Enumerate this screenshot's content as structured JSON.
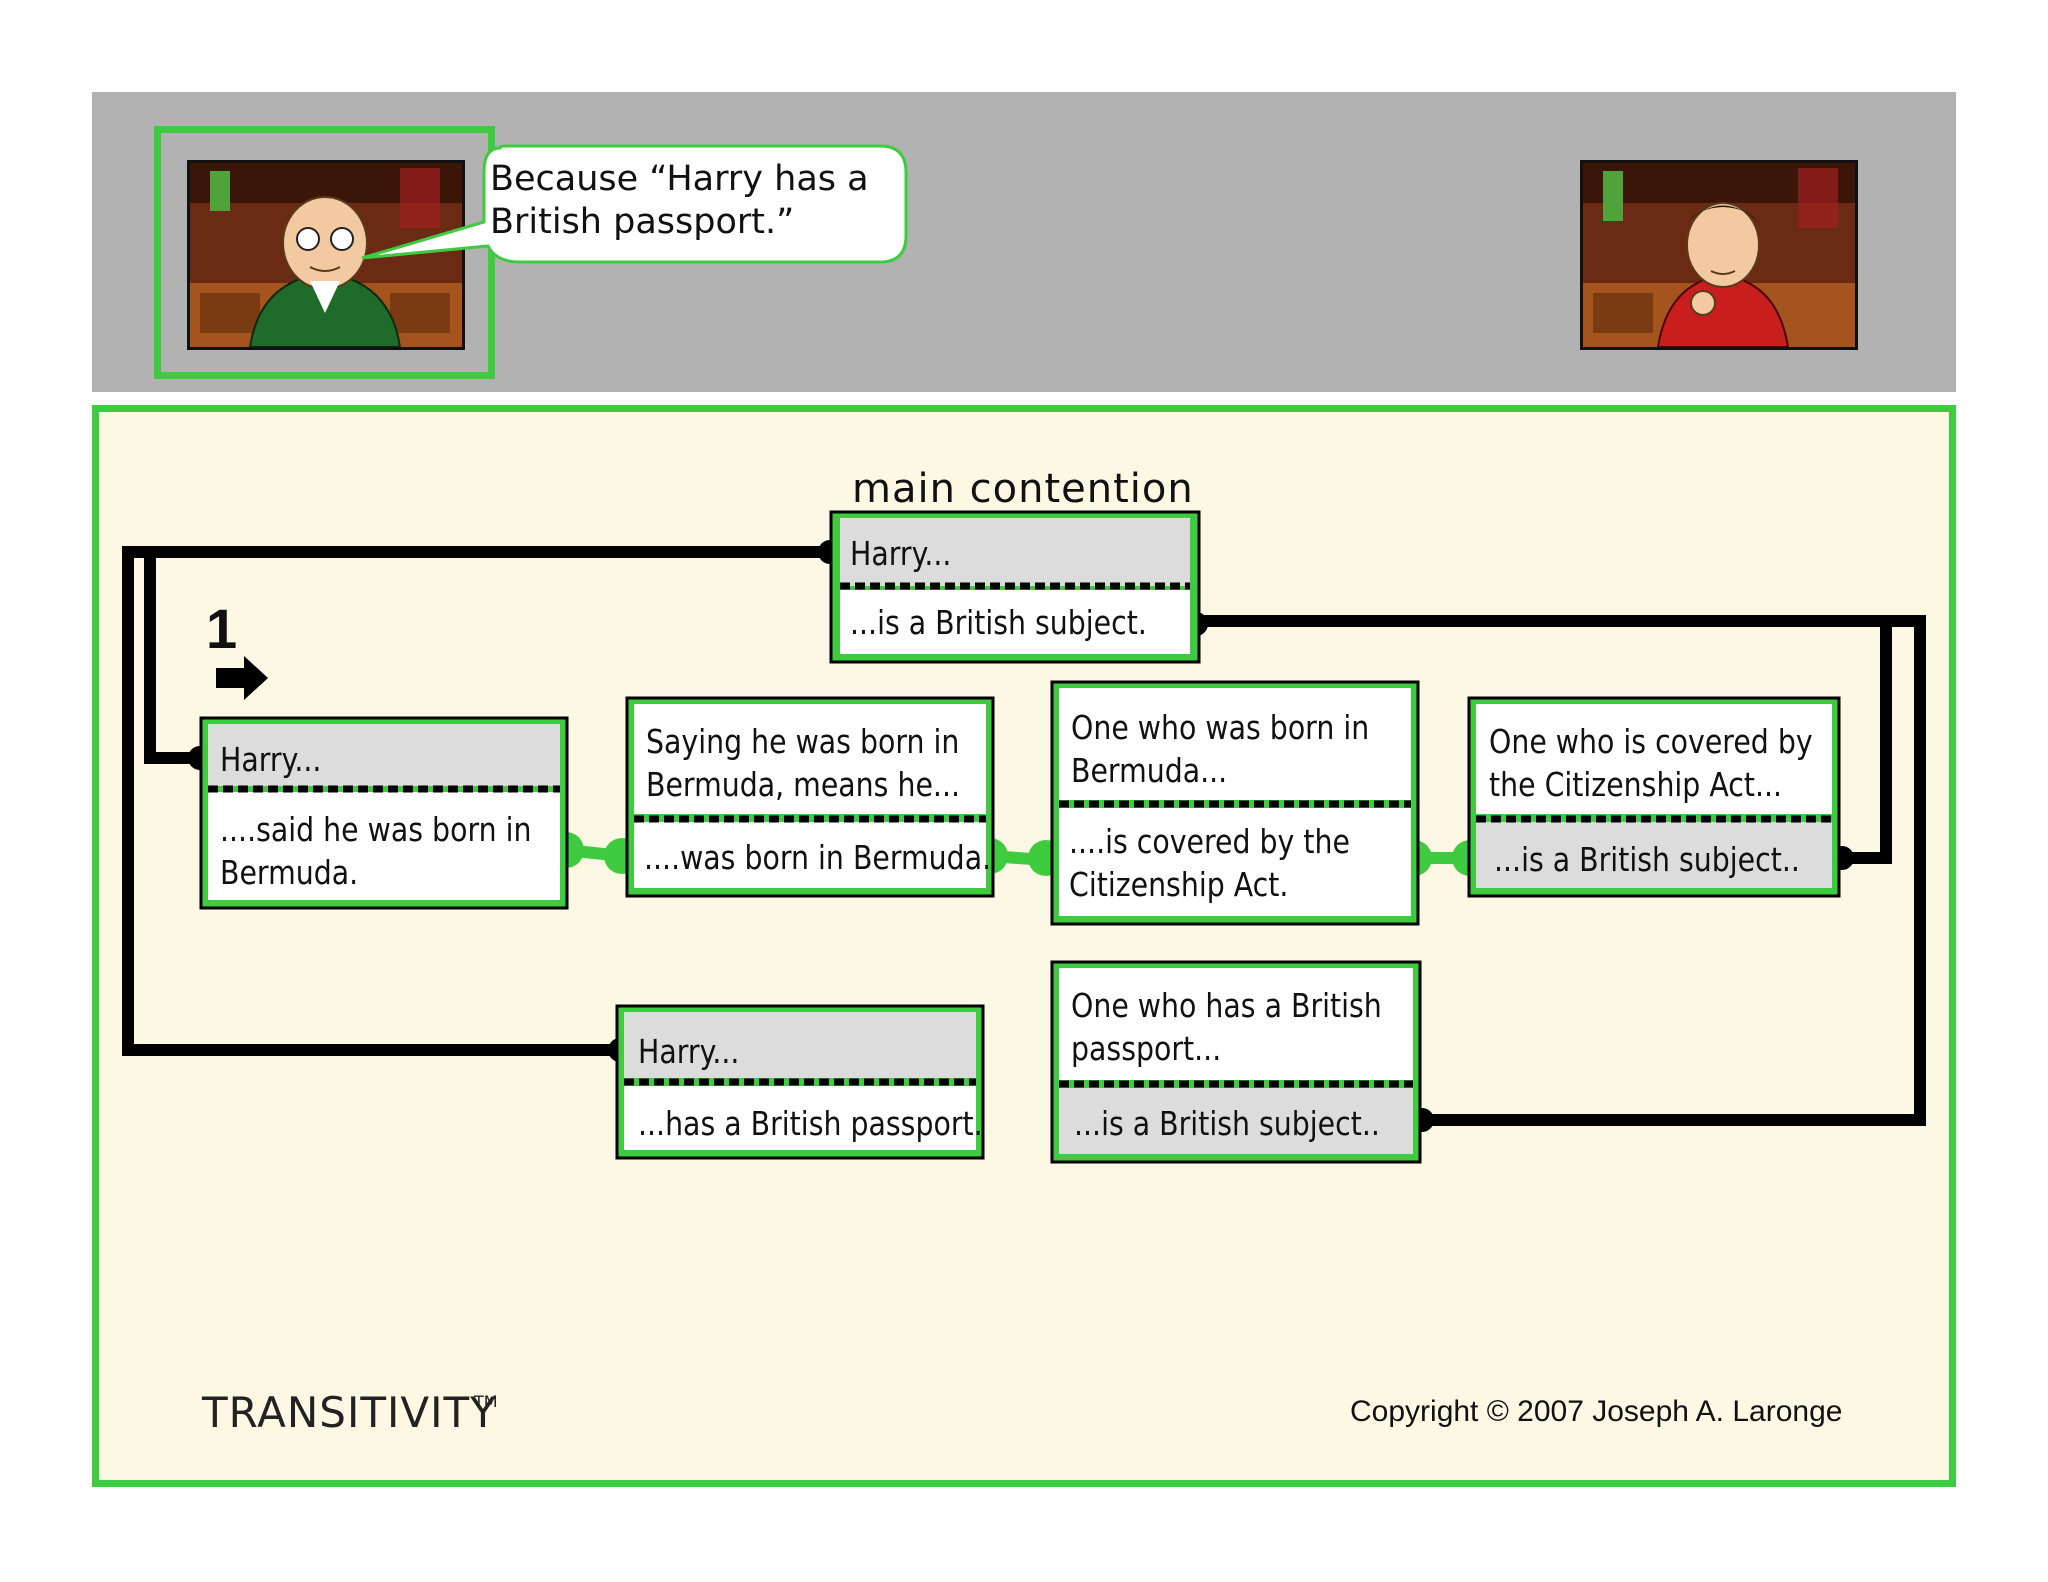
{
  "speech_bubble": "Because “Harry has a British passport.”",
  "diagram": {
    "title": "main contention",
    "step_number": "1",
    "main_contention": {
      "subject": "Harry...",
      "predicate": "...is a British subject."
    },
    "reason": {
      "subject": "Harry...",
      "predicate": "....said he was born in Bermuda."
    },
    "warrant_1": {
      "subject": "Saying he was born in Bermuda, means he...",
      "predicate": "....was born in Bermuda."
    },
    "warrant_2": {
      "subject": "One who was born in Bermuda...",
      "predicate": "....is covered by the Citizenship Act."
    },
    "warrant_3": {
      "subject": "One who is covered by the Citizenship Act...",
      "predicate": "...is a British subject.."
    },
    "reason_2": {
      "subject": "Harry...",
      "predicate": "...has a British passport."
    },
    "warrant_4": {
      "subject": "One who has a British passport...",
      "predicate": "...is a British subject.."
    }
  },
  "footer": {
    "brand": "TRANSITIVITY",
    "trademark": "TM",
    "copyright": "Copyright © 2007 Joseph A. Laronge"
  },
  "colors": {
    "accent": "#3fcb3f",
    "panel": "#fcf8e3",
    "header": "#b2b2b2",
    "subject_fill": "#dcdcdc"
  }
}
